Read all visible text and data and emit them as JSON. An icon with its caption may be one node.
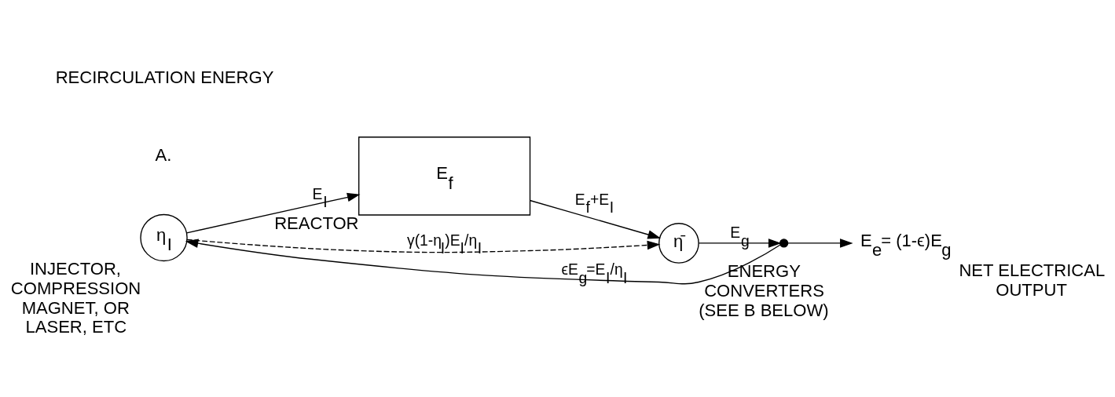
{
  "diagram": {
    "nodes": [
      {
        "text": [
          "η$_{I}$"
        ],
        "beside": [
          "INJECTOR, COMPRESSION MAGNET, OR LASER, ETC"
        ]
      },
      {
        "text": [
          "E$_{f}$"
        ],
        "beside": [
          "REACTOR"
        ]
      },
      {
        "text": [
          "η̄"
        ],
        "beside": [
          "ENERGY CONVERTERS (SEE B BELOW)"
        ]
      },
      {
        "text": [],
        "shape": "circle"
      },
      {
        "text": [
          "E$_{e}$= (1-ϵ)E$_{g}$"
        ],
        "beside": [
          "NET ELECTRICAL OUTPUT"
        ]
      }
    ],
    "edges": [
      {
        "from": 0,
        "to": 1,
        "arrow": "to",
        "label": "E$_{I}$"
      },
      {
        "from": 1,
        "to": 2,
        "arrow": "to",
        "label": "E$_{f}$+E$_{I}$"
      },
      {
        "from": 0,
        "to": 2,
        "arrow": "to",
        "style": "dashed",
        "label": "γ(1-η$_{I}$)E$_{I}$/η$_{I}$"
      },
      {
        "from": 2,
        "to": 3,
        "arrow": "to",
        "label": "E$_{g}$"
      },
      {
        "from": 3,
        "to": 4,
        "arrow": "to"
      },
      {
        "from": 3,
        "to": 0,
        "arrow": "to",
        "label": "ϵE$_{g}$=E$_{I}$/η$_{I}$"
      }
    ],
    "labels": [
      "A.",
      "RECIRCULATION ENERGY"
    ]
  }
}
